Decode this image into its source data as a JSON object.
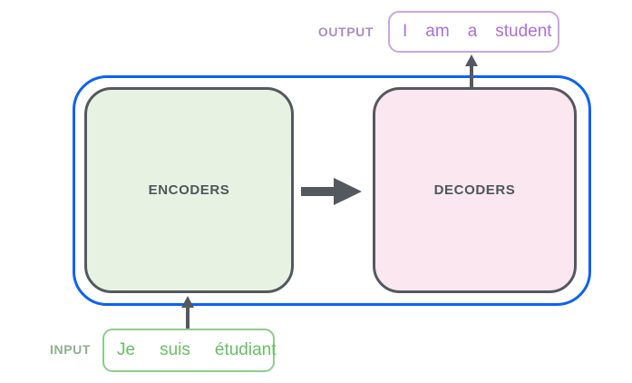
{
  "diagram": {
    "output_label": "OUTPUT",
    "input_label": "INPUT",
    "encoder": {
      "label": "ENCODERS",
      "fill_color": "#e8f2e3"
    },
    "decoder": {
      "label": "DECODERS",
      "fill_color": "#fbe7f0"
    },
    "output_box": {
      "words": [
        "I",
        "am",
        "a",
        "student"
      ],
      "text_color": "#ae6ed8",
      "border_color": "#c8a5e3"
    },
    "input_box": {
      "words": [
        "Je",
        "suis",
        "étudiant"
      ],
      "text_color": "#68bf64",
      "border_color": "#8fcb8f"
    },
    "colors": {
      "container_border": "#0c62f3",
      "block_border": "#54595f",
      "arrow": "#54595f",
      "output_label": "#a68fc6",
      "input_label": "#8bb28b",
      "block_label": "#4d575b",
      "background": "#ffffff"
    }
  }
}
